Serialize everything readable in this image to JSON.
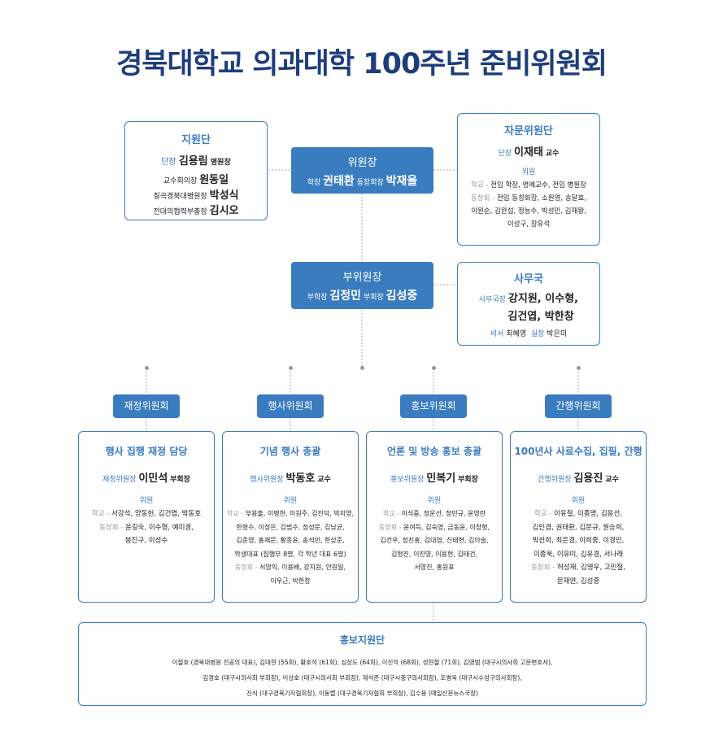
{
  "title": "경북대학교 의과대학 100주년 준비위원회",
  "support_group": {
    "heading": "지원단",
    "leader_title": "단장",
    "leader_name": "김용림",
    "leader_role": "병원장",
    "members": [
      {
        "title": "교수회의장",
        "name": "원동일"
      },
      {
        "title": "칠곡경북대병원장",
        "name": "박성식"
      },
      {
        "title": "전대의협력부총장",
        "name": "김시오"
      }
    ]
  },
  "chair": {
    "heading": "위원장",
    "t1": "학장",
    "n1": "권태환",
    "t2": "동창회장",
    "n2": "박재율"
  },
  "advisory": {
    "heading": "자문위원단",
    "leader_title": "단장",
    "leader_name": "이재태",
    "leader_role": "교수",
    "members_label": "위원",
    "school_label": "학교 -",
    "school": "전임 학장, 명예교수, 전임 병원장",
    "alumni_label": "동창회 -",
    "alumni": "전임 동창회장, 소원영, 송달효,",
    "line3": "이원순, 김완섭, 정능수, 박성민, 김재왕,",
    "line4": "이성구, 장유석"
  },
  "vice_chair": {
    "heading": "부위원장",
    "t1": "부학장",
    "n1": "김정민",
    "t2": "부회장",
    "n2": "김성중"
  },
  "secretariat": {
    "heading": "사무국",
    "chief_title": "사무국장",
    "chief_line1": "강지원, 이수형,",
    "chief_line2": "김건엽, 박한창",
    "sec_title": "비서",
    "sec_name": "최혜영",
    "staff_title": "실장",
    "staff_name": "박은미"
  },
  "committees": [
    {
      "label": "재정위원회",
      "duty": "행사 집행 재정 담당",
      "chair_title": "재정위원장",
      "chair_name": "이민석",
      "chair_role": "부회장",
      "members_label": "위원",
      "lines": [
        {
          "prefix": "학교 -",
          "text": "서강석, 양동헌, 김건엽, 박동호"
        },
        {
          "prefix": "동창회 -",
          "text": "윤길숙, 이수형, 예미경,"
        },
        {
          "prefix": "",
          "text": "봉진구, 이성수"
        }
      ]
    },
    {
      "label": "행사위원회",
      "duty": "기념 행사 총괄",
      "chair_title": "행사위원장",
      "chair_name": "박동호",
      "chair_role": "교수",
      "members_label": "위원",
      "lines": [
        {
          "prefix": "학교 -",
          "text": "부용출, 이병헌, 이원주, 김진덕, 박지영,"
        },
        {
          "prefix": "",
          "text": "한형수, 이정은, 김범수, 정성문, 김남균,"
        },
        {
          "prefix": "",
          "text": "김준영, 홍재문, 황종윤, 송석민, 한상준,"
        },
        {
          "prefix": "",
          "text": "학생대표 (집행부 8명, 각 학년 대표 6명)"
        },
        {
          "prefix": "동창회 -",
          "text": "서영익, 이용배, 강지원, 안원일,"
        },
        {
          "prefix": "",
          "text": "이우근, 박한창"
        }
      ]
    },
    {
      "label": "홍보위원회",
      "duty": "언론 및 방송 홍보 총괄",
      "chair_title": "홍보위원장",
      "chair_name": "민복기",
      "chair_role": "부회장",
      "members_label": "위원",
      "lines": [
        {
          "prefix": "학교 -",
          "text": "이석중, 정운선, 정민규, 윤영란"
        },
        {
          "prefix": "동창회 -",
          "text": "윤여득, 김숙영, 금동윤, 이창형,"
        },
        {
          "prefix": "",
          "text": "김건우, 정진홍, 김대영, 신태현, 김아슬,"
        },
        {
          "prefix": "",
          "text": "김형진, 이진영, 이용현, 김태건,"
        },
        {
          "prefix": "",
          "text": "서영진, 홍원표"
        }
      ]
    },
    {
      "label": "간행위원회",
      "duty": "100년사 사료수집, 집필, 간행",
      "chair_title": "간행위원장",
      "chair_name": "김용진",
      "chair_role": "교수",
      "members_label": "위원",
      "lines": [
        {
          "prefix": "학교 -",
          "text": "이유철, 이종명, 김용선,"
        },
        {
          "prefix": "",
          "text": "김인겸, 권태환, 김문규, 원승희,"
        },
        {
          "prefix": "",
          "text": "박선희, 최은경, 이희중, 이경민,"
        },
        {
          "prefix": "",
          "text": "이종욱, 이유미, 김유경, 서나래"
        },
        {
          "prefix": "동창회 -",
          "text": "허성재, 김영우, 고민철,"
        },
        {
          "prefix": "",
          "text": "문재연, 김성중"
        }
      ]
    }
  ],
  "pr_support": {
    "heading": "홍보지원단",
    "lines": [
      "이철호 (경북대병원 전공의 대표), 김대현 (55회), 황호석 (61회), 심상도 (64회), 이진석 (68회), 성현철 (71회), 김영범 (대구시의사회 고문변호사),",
      "김경호 (대구시의사회 부회장), 이상호 (대구시의사회 부회장), 제석준 (대구시중구의사회장), 조병욱 (대구시수성구의사회장),",
      "진식 (대구경북기자협회장), 이동렬 (대구경북기자협회 부회장), 김수용 (매일신문뉴스국장)"
    ]
  }
}
